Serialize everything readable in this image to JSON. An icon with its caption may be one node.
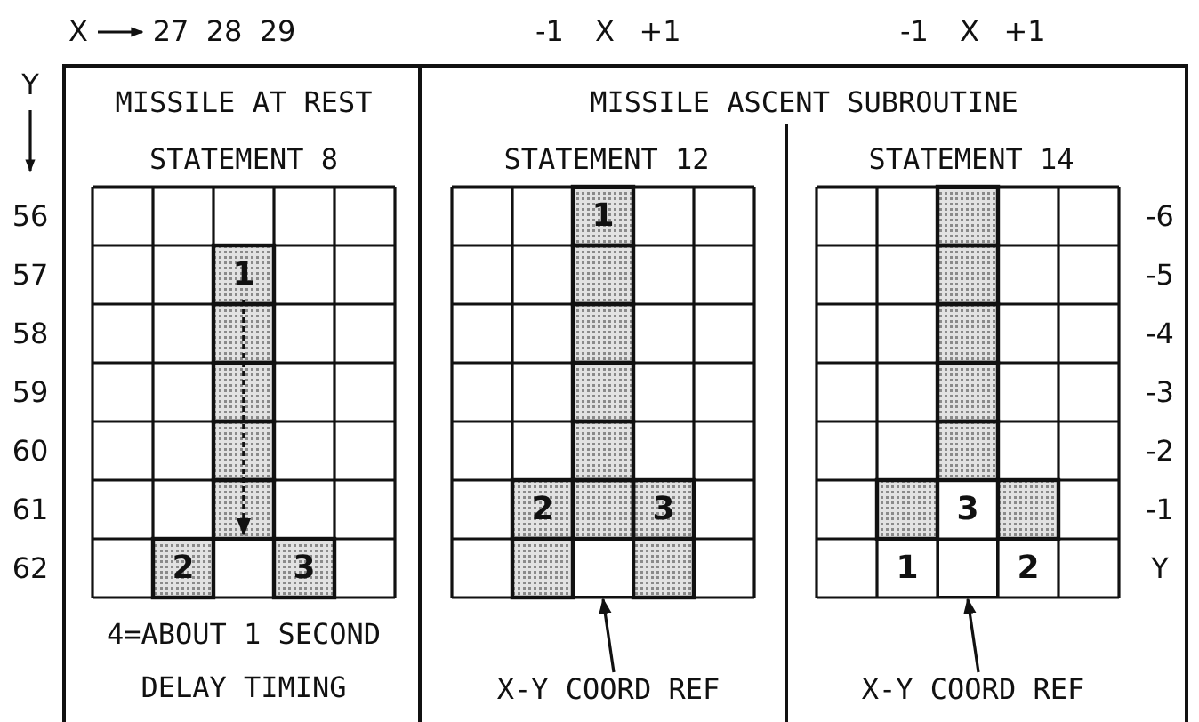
{
  "diagram": {
    "nodes": [
      {
        "text": [
          "MISSILE AT REST",
          "STATEMENT 8",
          "4=ABOUT 1 SECOND DELAY TIMING"
        ]
      },
      {
        "text": [
          "MISSILE ASCENT SUBROUTINE"
        ]
      },
      {
        "text": [
          "STATEMENT 12"
        ],
        "in": 1
      },
      {
        "text": [
          "STATEMENT 14"
        ],
        "in": 1
      },
      {
        "text": [
          "X-Y COORD REF"
        ],
        "in": 2
      },
      {
        "text": [],
        "shape": "box",
        "in": 2
      },
      {
        "text": [
          "X-Y COORD REF"
        ],
        "in": 3
      },
      {
        "text": [],
        "shape": "box",
        "in": 3
      }
    ],
    "edges": [
      {
        "from": 4,
        "to": 5,
        "arrow": "to"
      },
      {
        "from": 6,
        "to": 7,
        "arrow": "to"
      }
    ],
    "labels": [
      "X",
      "27",
      "28",
      "29",
      "-1",
      "X",
      "+1",
      "-1",
      "X",
      "+1",
      "Y",
      "56",
      "57",
      "58",
      "59",
      "60",
      "61",
      "62",
      "1",
      "2",
      "3",
      "1",
      "2",
      "3",
      "3",
      "1",
      "2",
      "-6",
      "-5",
      "-4",
      "-3",
      "-2",
      "-1",
      "Y"
    ]
  }
}
